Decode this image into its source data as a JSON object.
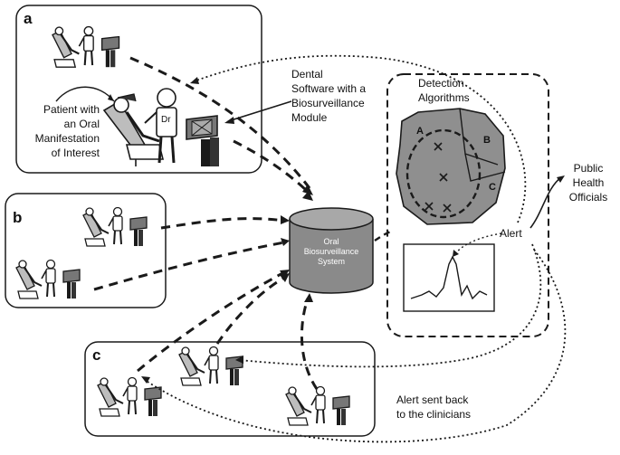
{
  "panels": {
    "a": "a",
    "b": "b",
    "c": "c"
  },
  "labels": {
    "patient": [
      "Patient with",
      "an Oral",
      "Manifestation",
      "of Interest"
    ],
    "software": [
      "Dental",
      "Software with a",
      "Biosurveillance",
      "Module"
    ],
    "detection": [
      "Detection",
      "Algorithms"
    ],
    "database": [
      "Oral",
      "Biosurveillance",
      "System"
    ],
    "public_health": [
      "Public",
      "Health",
      "Officials"
    ],
    "alert": "Alert",
    "alert_back": [
      "Alert sent back",
      "to the clinicians"
    ],
    "doctor_badge": "Dr"
  },
  "map_regions": [
    "A",
    "B",
    "C"
  ],
  "colors": {
    "map_fill": "#8f8f8f",
    "db_fill": "#8a8a8a",
    "stroke": "#1a1a1a"
  }
}
